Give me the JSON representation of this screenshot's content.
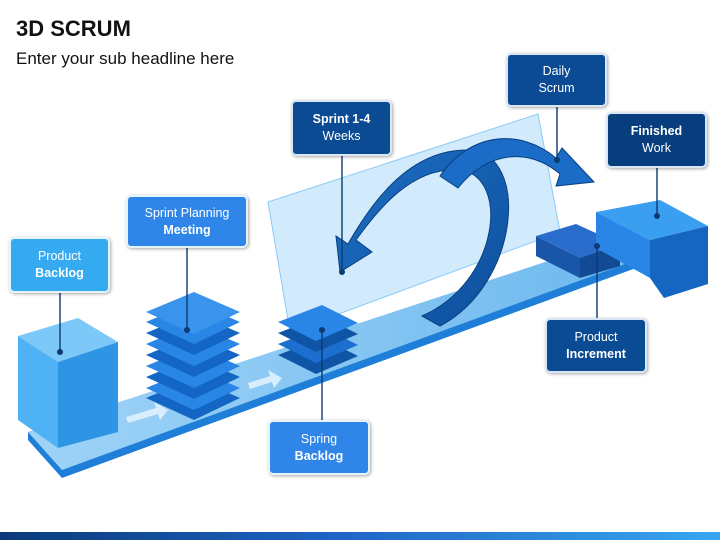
{
  "title": "3D SCRUM",
  "subtitle": "Enter your sub headline here",
  "labels": {
    "product_backlog": {
      "line1": "Product",
      "line2": "Backlog"
    },
    "sprint_planning": {
      "line1": "Sprint Planning",
      "line2": "Meeting"
    },
    "sprint_weeks": {
      "line1": "Sprint 1-4",
      "line2": "Weeks"
    },
    "daily_scrum": {
      "line1": "Daily",
      "line2": "Scrum"
    },
    "finished_work": {
      "line1": "Finished",
      "line2": "Work"
    },
    "spring_backlog": {
      "line1": "Spring",
      "line2": "Backlog"
    },
    "product_increment": {
      "line1": "Product",
      "line2": "Increment"
    }
  },
  "colors": {
    "light_blue": "#35aaf0",
    "mid_blue": "#2f86e8",
    "dark_blue": "#0b4b94",
    "darkest_blue": "#083e7e"
  }
}
